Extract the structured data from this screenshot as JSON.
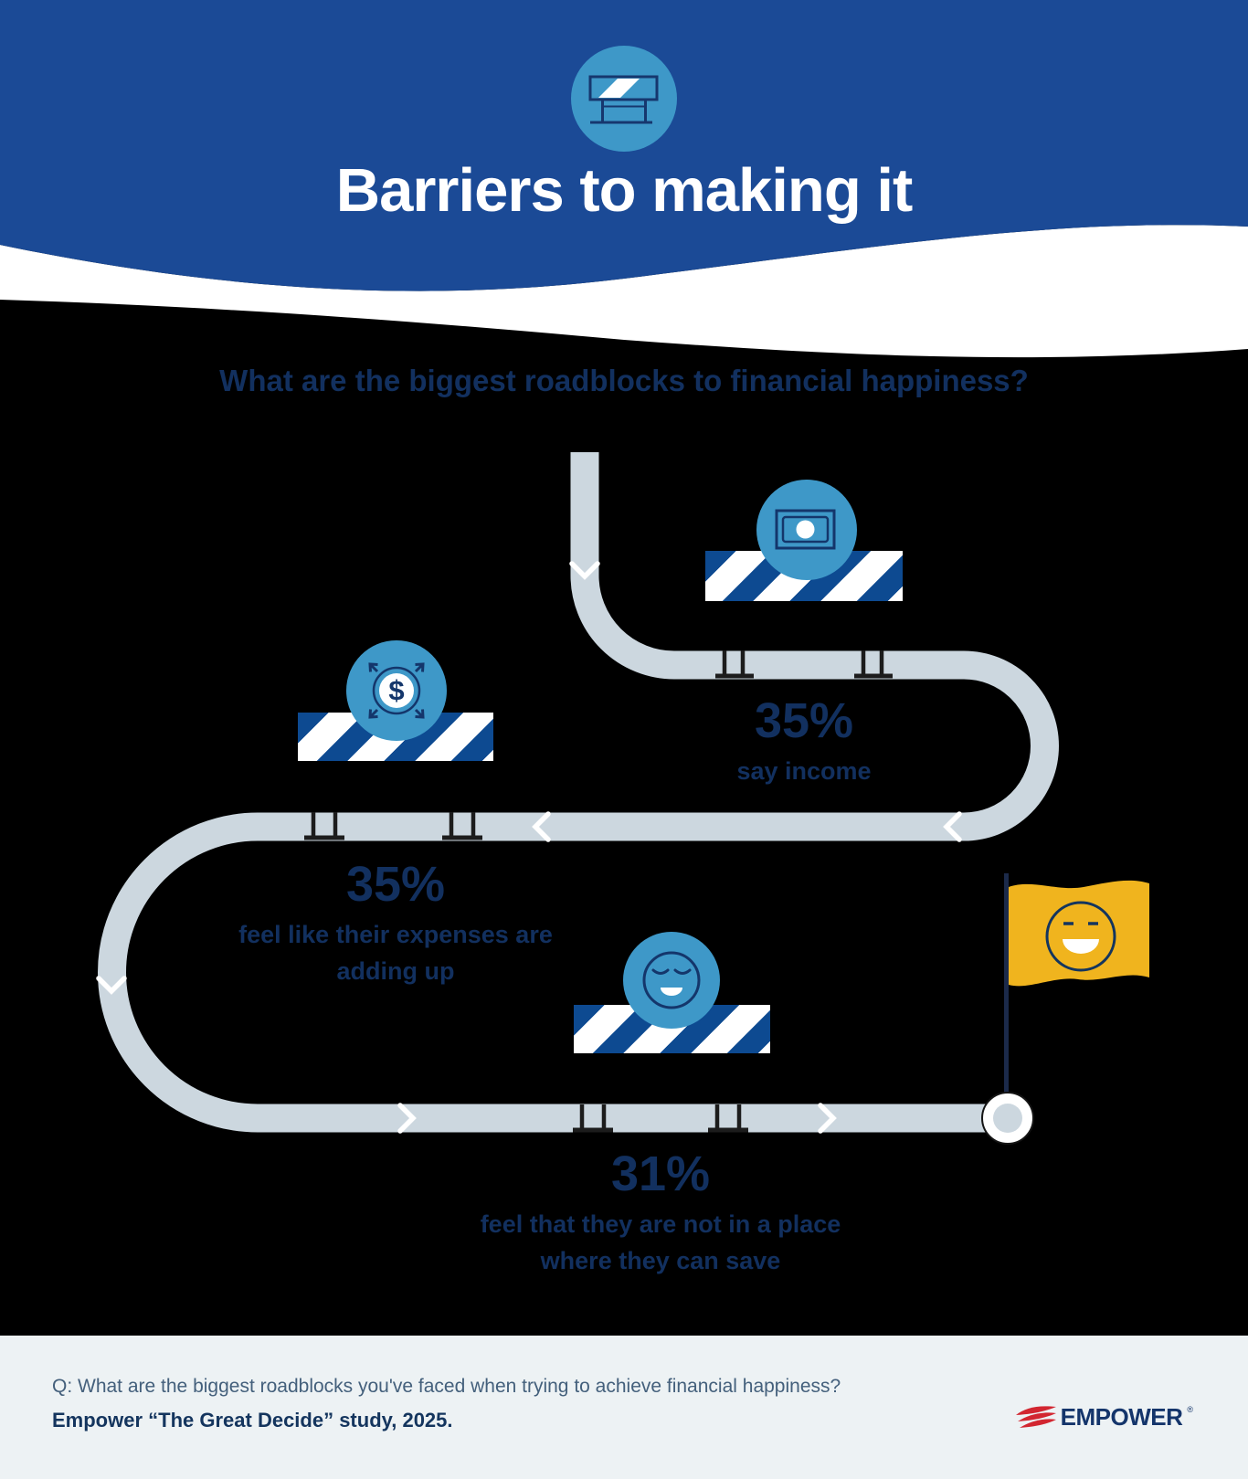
{
  "header": {
    "title": "Barriers to making it",
    "icon": "roadblock-barrier-icon"
  },
  "subtitle": "What are the biggest roadblocks to financial happiness?",
  "stats": [
    {
      "value": "35%",
      "line1": "say income",
      "line2": "",
      "icon": "banknote-icon"
    },
    {
      "value": "35%",
      "line1": "feel like their expenses are",
      "line2": "adding up",
      "icon": "expenses-spread-icon"
    },
    {
      "value": "31%",
      "line1": "feel that they are not in a place",
      "line2": "where they can save",
      "icon": "sad-face-icon"
    }
  ],
  "icons": {
    "dollar_sign": "$"
  },
  "finish": {
    "flag_icon": "happy-face-flag"
  },
  "footer": {
    "question": "Q: What are the biggest roadblocks you've faced when trying to achieve financial happiness?",
    "source": "Empower “The Great Decide” study, 2025.",
    "brand": "EMPOWER",
    "registered": "®"
  },
  "colors": {
    "header_blue": "#1b4a96",
    "circle_blue": "#3e98c8",
    "stripe_navy": "#0d4a91",
    "text_navy": "#12305f",
    "road_gray": "#ccd7df",
    "flag_yellow": "#f0b41e",
    "logo_red": "#d22630",
    "footer_bg": "#edf2f4",
    "background": "#000000"
  }
}
